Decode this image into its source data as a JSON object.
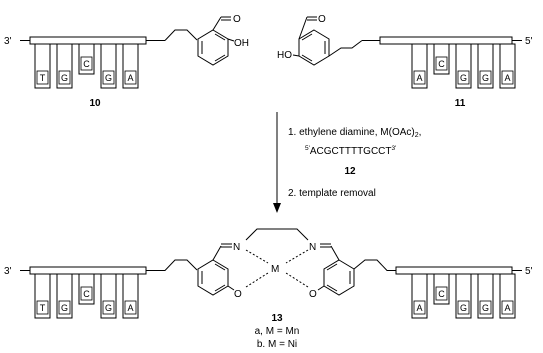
{
  "strands": {
    "top_left": {
      "end_label": "3'",
      "bases": [
        "T",
        "G",
        "C",
        "G",
        "A"
      ],
      "compound": "10",
      "group": "OH"
    },
    "top_right": {
      "end_label": "5'",
      "bases": [
        "A",
        "C",
        "G",
        "G",
        "A"
      ],
      "compound": "11",
      "group": "HO"
    },
    "bottom_left": {
      "end_label": "3'",
      "bases": [
        "T",
        "G",
        "C",
        "G",
        "A"
      ]
    },
    "bottom_right": {
      "end_label": "5'",
      "bases": [
        "A",
        "C",
        "G",
        "G",
        "A"
      ]
    }
  },
  "reaction": {
    "step1": "1. ethylene diamine, M(OAc)",
    "step1_sub": "2",
    "step1_comma": ",",
    "template_5": "5'",
    "template_seq": "ACGCTTTTGCCT",
    "template_3": "3'",
    "template_number": "12",
    "step2": "2. template removal"
  },
  "product": {
    "compound": "13",
    "variant_a": "a, M = Mn",
    "variant_b": "b. M = Ni",
    "atoms": {
      "N": "N",
      "M": "M",
      "O": "O"
    }
  },
  "atoms": {
    "O": "O"
  }
}
